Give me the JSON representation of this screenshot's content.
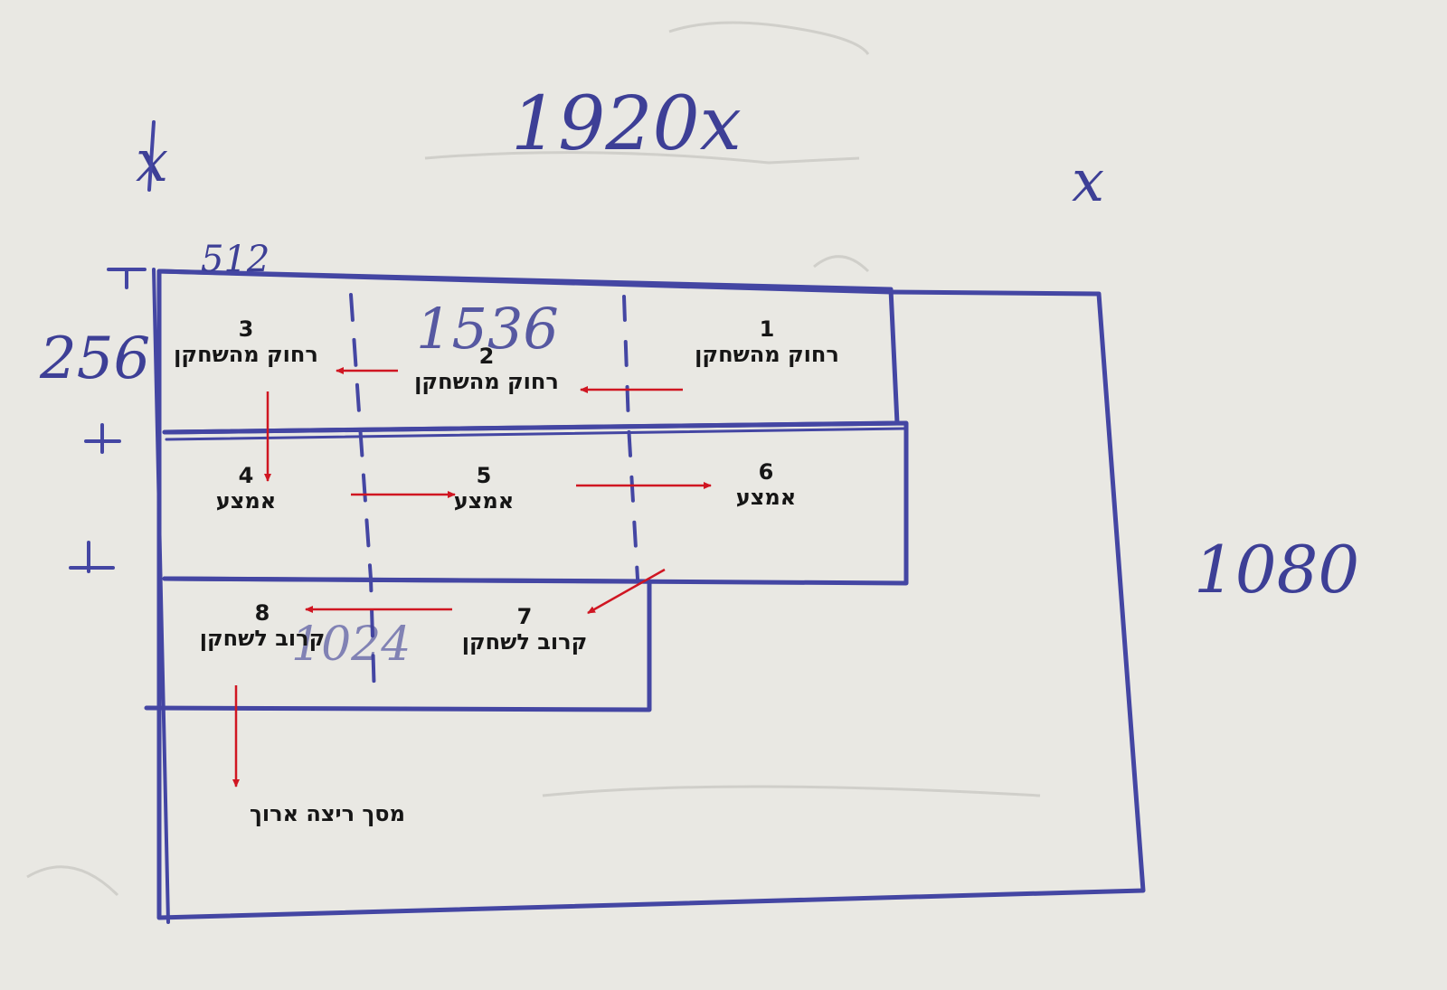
{
  "sketch": {
    "top_width_note": "1920x",
    "height_note": "1080",
    "left_mark_top": "512",
    "left_mark_side": "256",
    "row1_width_note": "1536",
    "row3_width_note": "1024",
    "corner_marks": [
      "x",
      "x"
    ]
  },
  "sections": [
    {
      "number": "1",
      "label": "רחוק מהשחקן"
    },
    {
      "number": "2",
      "label": "רחוק מהשחקן"
    },
    {
      "number": "3",
      "label": "רחוק מהשחקן"
    },
    {
      "number": "4",
      "label": "אמצע"
    },
    {
      "number": "5",
      "label": "אמצע"
    },
    {
      "number": "6",
      "label": "אמצע"
    },
    {
      "number": "7",
      "label": "קרוב לשחקן"
    },
    {
      "number": "8",
      "label": "קרוב לשחקן"
    }
  ],
  "final_screen": {
    "label": "מסך ריצה ארוך"
  },
  "colors": {
    "pen": "#4446a3",
    "arrow": "#d01622",
    "paper": "#e9e8e3",
    "text": "#161616"
  }
}
